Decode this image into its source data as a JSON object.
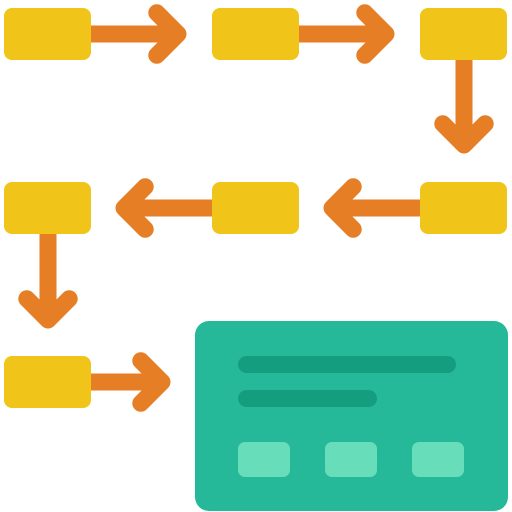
{
  "palette": {
    "box": "#F1C419",
    "arrow": "#E57E25",
    "card": "#25B999",
    "card_line": "#159D80",
    "card_button": "#67DDB9",
    "background": "#FFFFFF"
  },
  "flow": {
    "step_count": 7,
    "steps": [
      "step",
      "step",
      "step",
      "step",
      "step",
      "step",
      "step"
    ],
    "target": "card"
  },
  "icons": {
    "arrow": "arrow-icon",
    "card": "card-icon"
  },
  "card": {
    "text_lines": 2,
    "buttons": 3
  }
}
